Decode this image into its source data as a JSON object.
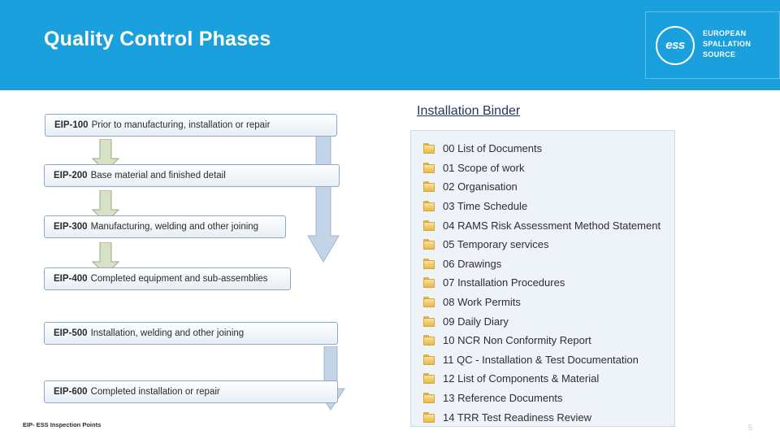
{
  "header": {
    "title": "Quality Control Phases",
    "band_color": "#1aa0dc",
    "logo": {
      "mark_text": "ess",
      "line1": "EUROPEAN",
      "line2": "SPALLATION",
      "line3": "SOURCE"
    }
  },
  "flow": {
    "steps": [
      {
        "code": "EIP-100",
        "desc": "Prior to manufacturing, installation or repair"
      },
      {
        "code": "EIP-200",
        "desc": "Base material and finished detail"
      },
      {
        "code": "EIP-300",
        "desc": "Manufacturing, welding and other joining"
      },
      {
        "code": "EIP-400",
        "desc": "Completed equipment and sub-assemblies"
      },
      {
        "code": "EIP-500",
        "desc": "Installation, welding and other joining"
      },
      {
        "code": "EIP-600",
        "desc": "Completed installation or repair"
      }
    ]
  },
  "binder": {
    "title": "Installation Binder",
    "items": [
      "00 List of Documents",
      "01 Scope of work",
      "02 Organisation",
      "03 Time Schedule",
      "04 RAMS Risk Assessment Method Statement",
      "05 Temporary services",
      "06 Drawings",
      "07 Installation Procedures",
      "08 Work Permits",
      "09 Daily Diary",
      "10 NCR Non Conformity Report",
      "11 QC - Installation & Test Documentation",
      "12 List of Components & Material",
      "13 Reference Documents",
      "14 TRR Test Readiness Review"
    ]
  },
  "footer": {
    "note": "EIP- ESS Inspection Points",
    "page_number": "5"
  }
}
